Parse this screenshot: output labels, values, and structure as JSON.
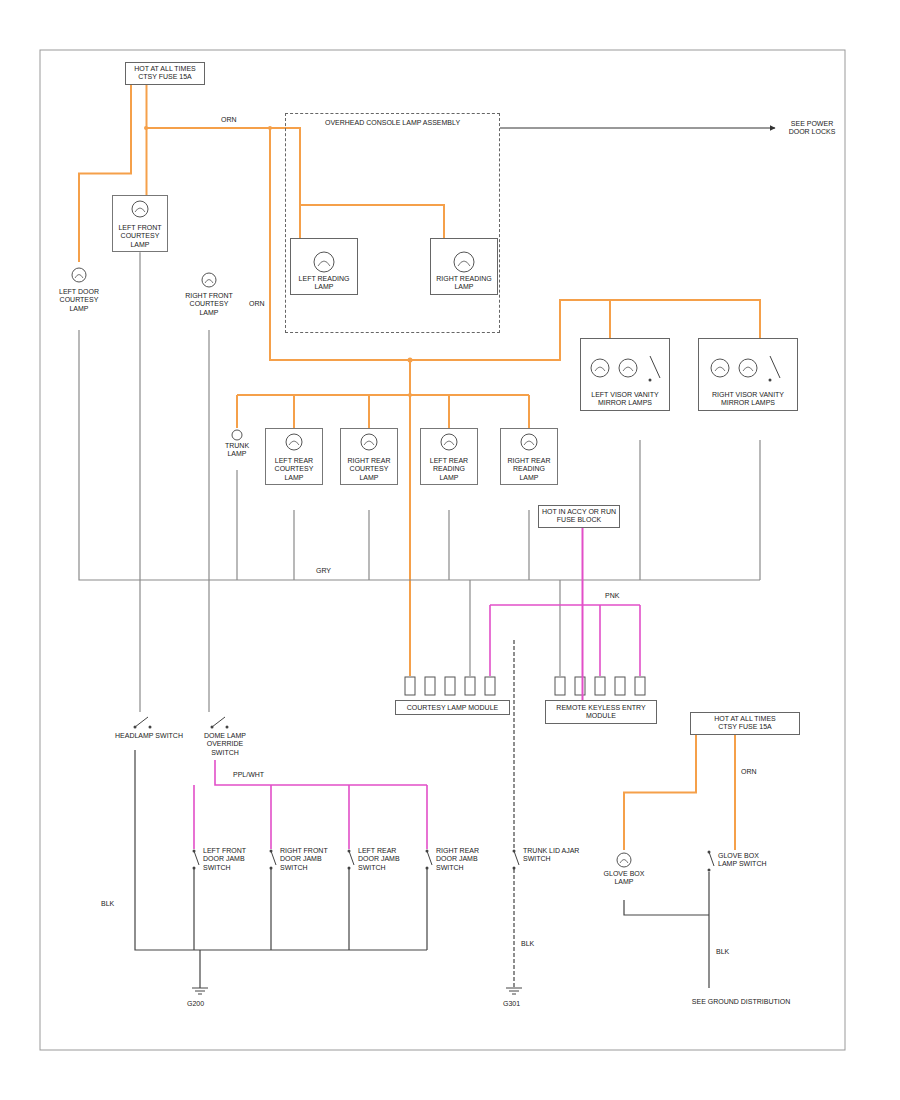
{
  "diagram": {
    "nodes": [
      {
        "text": [
          "HOT AT ALL TIMES",
          "CTSY FUSE 15A"
        ]
      },
      {
        "text": [
          "OVERHEAD CONSOLE LAMP ASSEMBLY"
        ]
      },
      {
        "text": [
          "LEFT READING LAMP"
        ],
        "in": 1
      },
      {
        "text": [
          "RIGHT READING LAMP"
        ],
        "in": 1
      },
      {
        "text": [
          "LEFT FRONT COURTESY LAMP"
        ]
      },
      {
        "text": [
          "LEFT DOOR COURTESY LAMP"
        ]
      },
      {
        "text": [
          "RIGHT FRONT COURTESY LAMP"
        ]
      },
      {
        "text": [
          "TRUNK LAMP"
        ]
      },
      {
        "text": [
          "LEFT REAR COURTESY LAMP"
        ]
      },
      {
        "text": [
          "RIGHT REAR COURTESY LAMP"
        ]
      },
      {
        "text": [
          "LEFT REAR READING LAMP"
        ]
      },
      {
        "text": [
          "RIGHT REAR READING LAMP"
        ]
      },
      {
        "text": [
          "LEFT VISOR VANITY MIRROR LAMPS"
        ]
      },
      {
        "text": [
          "RIGHT VISOR VANITY MIRROR LAMPS"
        ]
      },
      {
        "text": [
          "HOT IN ACCY OR RUN",
          "FUSE BLOCK"
        ]
      },
      {
        "text": [
          "COURTESY LAMP MODULE"
        ]
      },
      {
        "text": [
          "REMOTE KEYLESS ENTRY MODULE"
        ]
      },
      {
        "text": [
          "HEADLAMP SWITCH"
        ]
      },
      {
        "text": [
          "DOME LAMP OVERRIDE SWITCH"
        ]
      },
      {
        "text": [
          "LEFT FRONT DOOR JAMB SWITCH"
        ]
      },
      {
        "text": [
          "RIGHT FRONT DOOR JAMB SWITCH"
        ]
      },
      {
        "text": [
          "LEFT REAR DOOR JAMB SWITCH"
        ]
      },
      {
        "text": [
          "RIGHT REAR DOOR JAMB SWITCH"
        ]
      },
      {
        "text": [
          "TRUNK LID AJAR SWITCH"
        ]
      },
      {
        "text": [
          "HOT AT ALL TIMES",
          "CTSY FUSE 15A"
        ]
      },
      {
        "text": [
          "GLOVE BOX LAMP"
        ]
      },
      {
        "text": [
          "GLOVE BOX LAMP SWITCH"
        ]
      }
    ],
    "edges": [
      {
        "from": 0,
        "to": 4,
        "arrow": "none"
      },
      {
        "from": 0,
        "to": 5,
        "arrow": "none"
      },
      {
        "from": 4,
        "to": 17,
        "arrow": "none"
      },
      {
        "from": 14,
        "to": 16,
        "arrow": "none"
      },
      {
        "from": 24,
        "to": 25,
        "arrow": "none"
      },
      {
        "from": 24,
        "to": 26,
        "arrow": "none"
      }
    ],
    "labels": [
      "ORN",
      "ORN",
      "SEE POWER DOOR LOCKS",
      "GRY",
      "PNK",
      "PPL/WHT",
      "BLK",
      "BLK",
      "ORN",
      "BLK",
      "G200",
      "G301",
      "SEE GROUND DISTRIBUTION"
    ]
  }
}
